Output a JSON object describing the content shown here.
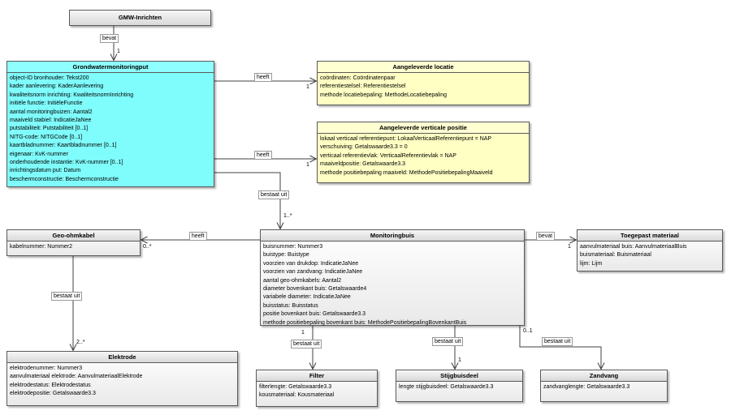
{
  "classes": {
    "gmw_inrichten": {
      "title": "GMW-Inrichten",
      "attributes": []
    },
    "grondwatermonitoringput": {
      "title": "Grondwatermonitoringput",
      "attributes": [
        "object-ID bronhouder: Tekst200",
        "kader aanlevering: KaderAanlevering",
        "kwaliteitsnorm inrichting: KwaliteitsnormInrichting",
        "initiële functie: InitiëleFunctie",
        "aantal monitoringbuizen: Aantal2",
        "maaiveld stabiel: IndicatieJaNee",
        "putstabiliteit: Putstabiliteit [0..1]",
        "NITG-code: NITGCode [0..1]",
        "kaartbladnummer: Kaartbladnummer [0..1]",
        "eigenaar: KvK-nummer",
        "onderhoudende instantie: KvK-nummer [0..1]",
        "inrichtingsdatum put: Datum",
        "beschermconstructie: Beschermconstructie"
      ]
    },
    "aangeleverde_locatie": {
      "title": "Aangeleverde locatie",
      "attributes": [
        "coördinaten: Coördinatenpaar",
        "referentiestelsel: Referentiestelsel",
        "methode locatiebepaling: MethodeLocatiebepaling"
      ]
    },
    "aangeleverde_verticale_positie": {
      "title": "Aangeleverde verticale positie",
      "attributes": [
        "lokaal verticaal referentiepunt: LokaalVerticaalReferentiepunt = NAP",
        "verschuiving: Getalswaarde3.3 = 0",
        "verticaal referentievlak: VerticaalReferentievlak = NAP",
        "maaiveldpositie: Getalswaarde3.3",
        "methode positiebepaling maaiveld: MethodePositiebepalingMaaiveld"
      ]
    },
    "geo_ohmkabel": {
      "title": "Geo-ohmkabel",
      "attributes": [
        "kabelnummer: Nummer2"
      ]
    },
    "monitoringbuis": {
      "title": "Monitoringbuis",
      "attributes": [
        "buisnummer: Nummer3",
        "buistype: Buistype",
        "voorzien van drukdop: IndicatieJaNee",
        "voorzien van zandvang: IndicatieJaNee",
        "aantal geo-ohmkabels: Aantal2",
        "diameter bovenkant buis: Getalswaarde4",
        "variabele diameter: IndicatieJaNee",
        "buisstatus: Buisstatus",
        "positie bovenkant buis: Getalswaarde3.3",
        "methode positiebepaling bovenkant buis: MethodePositiebepalingBovenkantBuis"
      ]
    },
    "toegepast_materiaal": {
      "title": "Toegepast materiaal",
      "attributes": [
        "aanvulmateriaal buis: AanvulmateriaalBuis",
        "buismateriaal: Buismateriaal",
        "lijm: Lijm"
      ]
    },
    "elektrode": {
      "title": "Elektrode",
      "attributes": [
        "elektrodenummer: Nummer3",
        "aanvulmateriaal elektrode: AanvulmateriaalElektrode",
        "elektrodestatus: Elektrodestatus",
        "elektrodepositie: Getalswaarde3.3"
      ]
    },
    "filter": {
      "title": "Filter",
      "attributes": [
        "filterlengte: Getalswaarde3.3",
        "kousmateriaal: Kousmateriaal"
      ]
    },
    "stijgbuisdeel": {
      "title": "Stijgbuisdeel",
      "attributes": [
        "lengte stijgbuisdeel: Getalswaarde3.3"
      ]
    },
    "zandvang": {
      "title": "Zandvang",
      "attributes": [
        "zandvanglengte: Getalswaarde3.3"
      ]
    }
  },
  "edges": {
    "gmw_put": {
      "label": "bevat",
      "mult": "1"
    },
    "put_locatie": {
      "label": "heeft",
      "mult": "1"
    },
    "put_vert": {
      "label": "heeft",
      "mult": "1"
    },
    "put_buis": {
      "label": "bestaat uit",
      "mult": "1..*"
    },
    "buis_geo": {
      "label": "heeft",
      "mult": "0..*"
    },
    "buis_toegepast": {
      "label": "bevat",
      "mult": "1"
    },
    "geo_elektrode": {
      "label": "bestaat uit",
      "mult": "2..*"
    },
    "buis_filter": {
      "label": "bestaat uit",
      "mult": "1"
    },
    "buis_stijg": {
      "label": "bestaat uit",
      "mult": "1"
    },
    "buis_zandvang": {
      "label": "bestaat uit",
      "mult": "0..1"
    }
  },
  "colors": {
    "class_cyan": "#7ffcfc",
    "class_yellow": "#ffffc4",
    "class_gray": "#eeeeee",
    "connector": "#404040"
  }
}
